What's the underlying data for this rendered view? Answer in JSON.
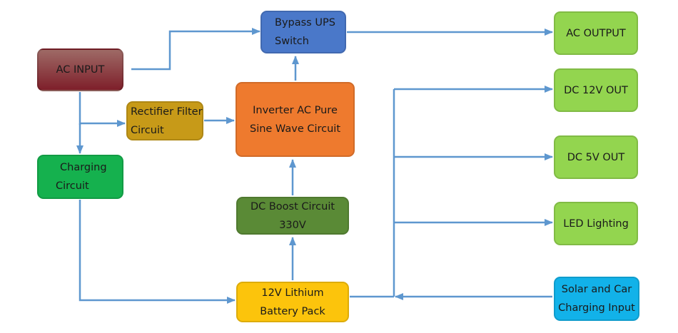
{
  "colors": {
    "arrow": "#5e97cf",
    "ac_input": "#8b3a3f",
    "rectifier": "#c79a18",
    "charging": "#15b14e",
    "bypass": "#4a78c9",
    "inverter": "#ee7a2e",
    "boost": "#5a8a36",
    "battery": "#fcc40c",
    "outputs": "#93d54f",
    "solar": "#12b2e9"
  },
  "blocks": {
    "ac_input": {
      "lines": [
        "AC INPUT"
      ]
    },
    "rectifier": {
      "lines": [
        "Rectifier Filter",
        "Circuit"
      ]
    },
    "charging": {
      "lines": [
        "Charging",
        "Circuit"
      ]
    },
    "bypass": {
      "lines": [
        "Bypass UPS",
        "Switch"
      ]
    },
    "inverter": {
      "lines": [
        "Inverter AC Pure",
        "Sine Wave Circuit"
      ]
    },
    "boost": {
      "lines": [
        "DC Boost Circuit",
        "330V"
      ]
    },
    "battery": {
      "lines": [
        "12V Lithium",
        "Battery Pack"
      ]
    },
    "ac_output": {
      "lines": [
        "AC OUTPUT"
      ]
    },
    "dc12": {
      "lines": [
        "DC 12V OUT"
      ]
    },
    "dc5": {
      "lines": [
        "DC 5V OUT"
      ]
    },
    "led": {
      "lines": [
        "LED Lighting"
      ]
    },
    "solar": {
      "lines": [
        "Solar and Car",
        "Charging Input"
      ]
    }
  },
  "connections": [
    {
      "from": "ac_input",
      "to": "bypass_switch"
    },
    {
      "from": "ac_input",
      "to": "rectifier_filter"
    },
    {
      "from": "ac_input",
      "to": "charging_circuit"
    },
    {
      "from": "rectifier_filter",
      "to": "inverter"
    },
    {
      "from": "inverter",
      "to": "bypass_switch"
    },
    {
      "from": "bypass_switch",
      "to": "ac_output"
    },
    {
      "from": "charging_circuit",
      "to": "battery_pack"
    },
    {
      "from": "battery_pack",
      "to": "dc_boost"
    },
    {
      "from": "dc_boost",
      "to": "inverter"
    },
    {
      "from": "battery_pack",
      "to": "dc_12v_out"
    },
    {
      "from": "battery_pack",
      "to": "dc_5v_out"
    },
    {
      "from": "battery_pack",
      "to": "led_lighting"
    },
    {
      "from": "solar_car_input",
      "to": "battery_pack"
    }
  ]
}
